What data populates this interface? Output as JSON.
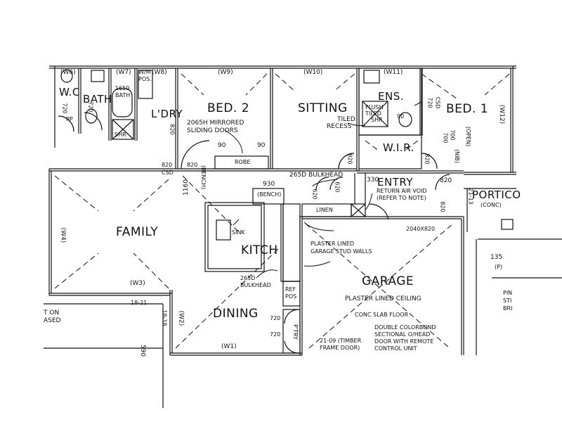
{
  "rooms": {
    "wc": "W.C",
    "bath": "BATH",
    "ldry": "L'DRY",
    "bed2": "BED. 2",
    "sitting": "SITTING",
    "ens": "ENS.",
    "bed1": "BED. 1",
    "wir": "W.I.R.",
    "family": "FAMILY",
    "kitch": "KITCH",
    "dining": "DINING",
    "garage": "GARAGE",
    "entry": "ENTRY",
    "portico": "PORTICO"
  },
  "windows": {
    "w6": "(W6)",
    "w7": "(W7)",
    "w8": "(W8)",
    "w9": "(W9)",
    "w10": "(W10)",
    "w11": "(W11)",
    "w12": "(W12)",
    "w4": "(W4)",
    "w3": "(W3)",
    "w2": "(W2)",
    "w1": "(W1)"
  },
  "notes": {
    "bath_1650": "1650",
    "bath_bath": "BATH",
    "wm_pos": "W/M",
    "wm_pos2": "POS.",
    "shr": "SHR",
    "mirrored1": "2065H MIRRORED",
    "mirrored2": "SLIDING DOORS",
    "robe": "ROBE",
    "tiled1": "TILED",
    "tiled2": "RECESS",
    "flush1": "FLUSH",
    "flush2": "TILED",
    "flush3": "SHR",
    "csd_ens": "720",
    "csd_ens2": "CSD",
    "bulkhead_top": "265D BULKHEAD",
    "return1": "RETURN AIR VOID",
    "return2": "(REFER TO NOTE)",
    "door_2040": "2040X820",
    "linen": "LINEN",
    "plaster1": "PLASTER LINED",
    "plaster2": "GARAGE STUD WALLS",
    "plaster_ceiling": "PLASTER LINED CEILING",
    "conc_slab": "CONC SLAB FLOOR",
    "double1": "DOUBLE COLORBOND",
    "double2": "SECTIONAL O/HEAD",
    "double3": "DOOR WITH REMOTE",
    "double4": "CONTROL UNIT",
    "timber1": "21-09 (TIMBER",
    "timber2": "FRAME DOOR)",
    "bench": "(BENCH)",
    "bench2": "(BENCH)",
    "sink": "SINK",
    "bulkhead_kitch1": "265D",
    "bulkhead_kitch2": "BULKHEAD",
    "ref": "REF",
    "pos": "POS",
    "ptry": "P'TRY",
    "portico_conc": "(CONC)",
    "nib": "(NIB)",
    "open": "(OPEN)",
    "pp": "PP",
    "left_note1": "T ON",
    "left_note2": "ASED",
    "right_135": "135",
    "right_p": "(P)",
    "right_pin": "PIN",
    "right_sti": "STI",
    "right_bri": "BRI"
  },
  "dims": {
    "d720a": "720",
    "d720b": "720",
    "d820_ldry": "820",
    "d820_csd": "820",
    "csd": "CSD",
    "d820_b": "820",
    "d90a": "90",
    "d90b": "90",
    "d820_bed1": "820",
    "d700_1": "700",
    "d700_2": "700",
    "d820_entry": "820",
    "d1160": "1160",
    "d930": "930",
    "d620a": "620",
    "d620b": "620",
    "d330": "330",
    "d820_e2": "820",
    "d21_13": "21-13",
    "d720_din1": "720",
    "d720_din2": "720",
    "d18_21": "18-21",
    "d18_18": "18-18",
    "d590": "590",
    "d135": "135",
    "d90_ens": "90",
    "d820_wir": "820"
  }
}
